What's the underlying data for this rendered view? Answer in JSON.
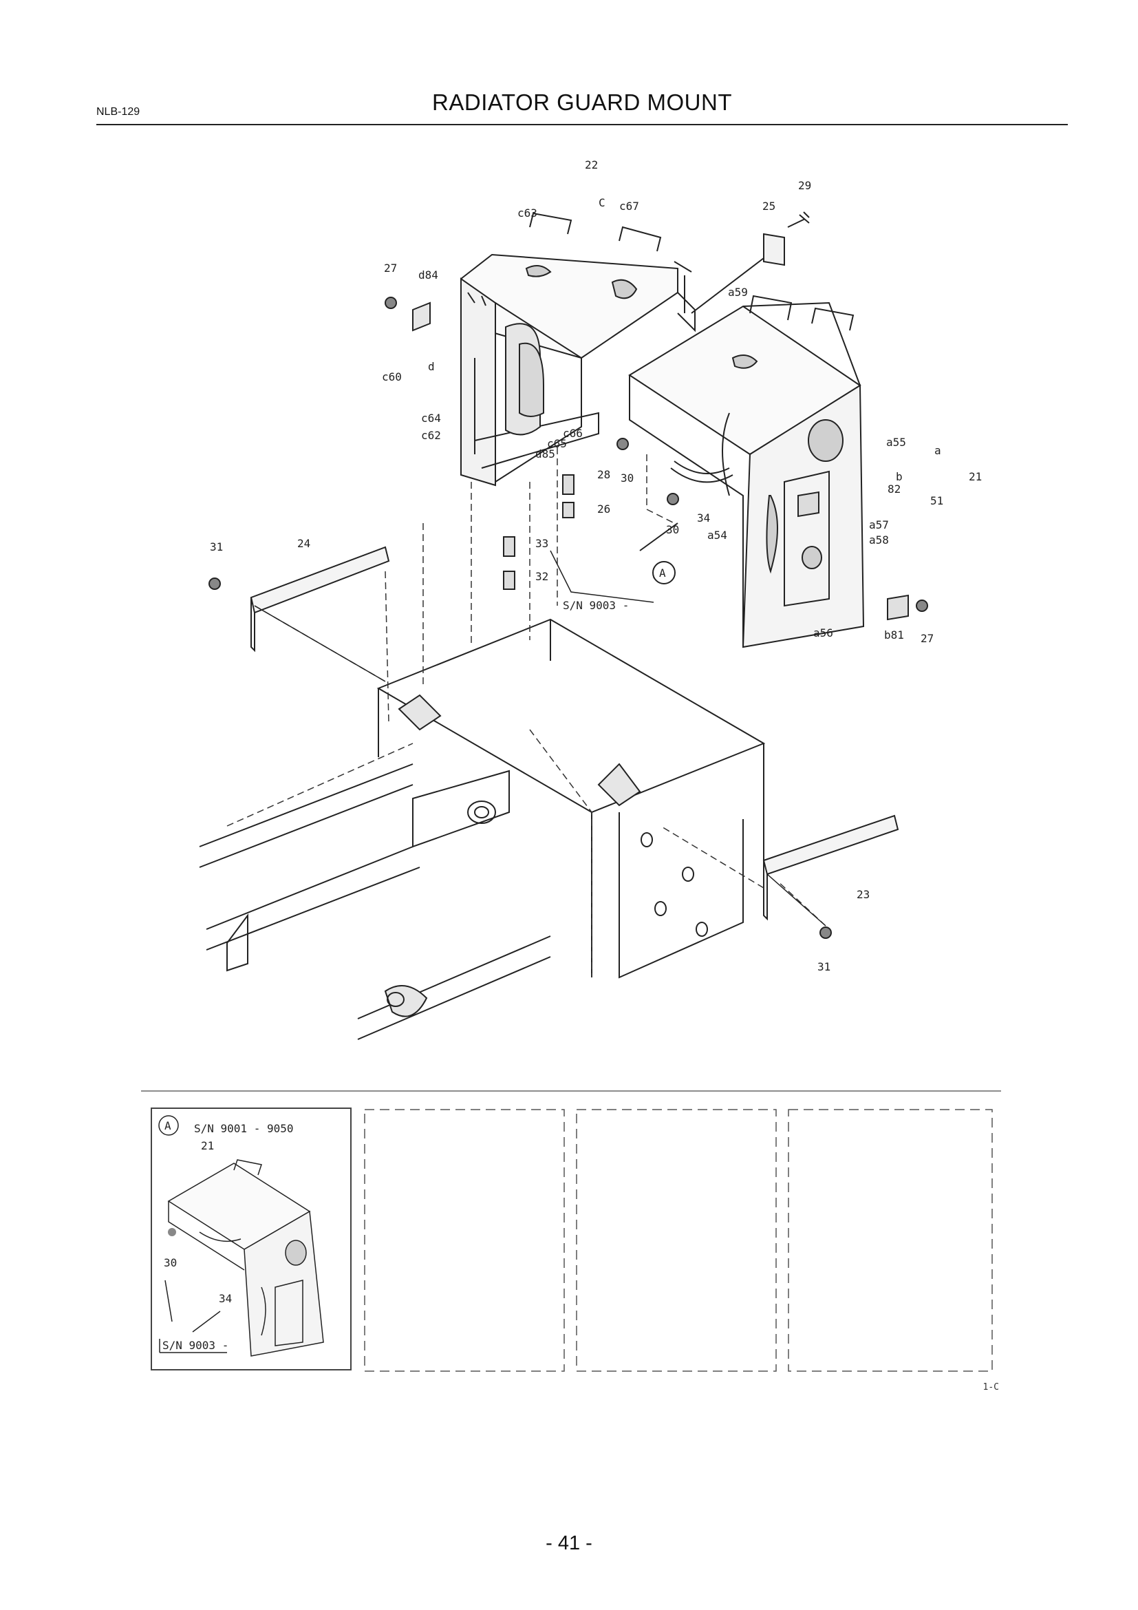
{
  "header": {
    "doc_code": "NLB-129",
    "title": "RADIATOR GUARD MOUNT"
  },
  "callouts": {
    "c22": "22",
    "c_c": "C",
    "c63": "c63",
    "c67": "c67",
    "c29": "29",
    "c25": "25",
    "c27a": "27",
    "d84": "d84",
    "a59": "a59",
    "d": "d",
    "c60": "c60",
    "c64": "c64",
    "c62": "c62",
    "c65": "c65",
    "c66": "c66",
    "d85": "d85",
    "a55": "a55",
    "a": "a",
    "b": "b",
    "c21": "21",
    "c82": "82",
    "c51": "51",
    "c28": "28",
    "c30a": "30",
    "c26": "26",
    "c34": "34",
    "c30b": "30",
    "a57": "a57",
    "a58": "a58",
    "a54": "a54",
    "c33": "33",
    "c32": "32",
    "sn": "S/N 9003 -",
    "c31a": "31",
    "c24": "24",
    "view_a": "A",
    "a56": "a56",
    "b81": "b81",
    "c27b": "27",
    "c23": "23",
    "c31b": "31"
  },
  "inset": {
    "view_letter": "A",
    "serial_range": "S/N 9001 - 9050",
    "part_21": "21",
    "part_30": "30",
    "part_34": "34",
    "serial_from": "S/N 9003 -"
  },
  "figure_code": "1-C",
  "page_number": "- 41 -"
}
